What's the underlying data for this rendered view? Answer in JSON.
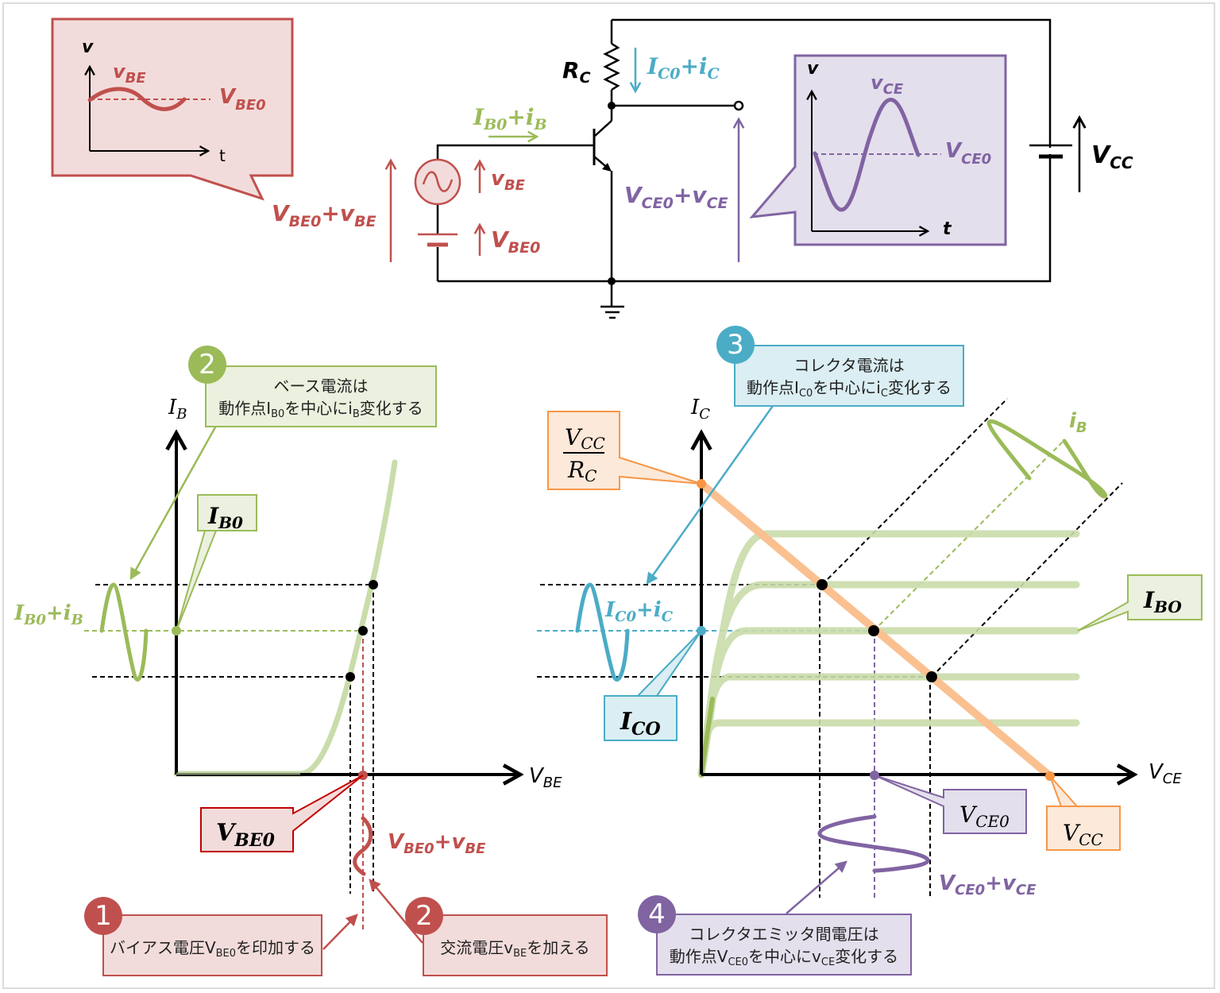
{
  "colors": {
    "red": "#c0504d",
    "red_fill": "#f2dcdb",
    "green": "#9bbb59",
    "green_light": "#c9dcaa",
    "green_fill": "#ebf1de",
    "blue": "#4bacc6",
    "blue_fill": "#daeef3",
    "purple": "#8064a2",
    "purple_fill": "#e4dfec",
    "orange": "#f79646",
    "orange_light": "#fac090",
    "orange_fill": "#fde9d9",
    "black": "#000000"
  },
  "circuit": {
    "resistor_label": "R",
    "resistor_sub": "C",
    "collector_current": {
      "main": "I",
      "sub1": "C0",
      "plus": "+",
      "ac": "i",
      "sub2": "C"
    },
    "base_current": {
      "main": "I",
      "sub1": "B0",
      "plus": "+",
      "ac": "i",
      "sub2": "B"
    },
    "ac_source_label": {
      "main": "v",
      "sub": "BE"
    },
    "bias_label": {
      "main": "V",
      "sub": "BE0"
    },
    "input_total": {
      "main": "V",
      "sub1": "BE0",
      "plus": "+",
      "ac": "v",
      "sub2": "BE"
    },
    "output_total": {
      "main": "V",
      "sub1": "CE0",
      "plus": "+",
      "ac": "v",
      "sub2": "CE"
    },
    "supply_label": {
      "main": "V",
      "sub": "CC"
    }
  },
  "input_waveform_box": {
    "y_axis": "v",
    "x_axis": "t",
    "wave_label": {
      "main": "v",
      "sub": "BE"
    },
    "dc_label": {
      "main": "V",
      "sub": "BE0"
    }
  },
  "output_waveform_box": {
    "y_axis": "v",
    "x_axis": "t",
    "wave_label": {
      "main": "v",
      "sub": "CE"
    },
    "dc_label": {
      "main": "V",
      "sub": "CE0"
    }
  },
  "input_chart": {
    "y_axis": {
      "main": "I",
      "sub": "B"
    },
    "x_axis": {
      "main": "V",
      "sub": "BE"
    },
    "op_point_box": {
      "main": "I",
      "sub": "B0"
    },
    "wave_label": {
      "main": "I",
      "sub1": "B0",
      "plus": "+",
      "ac": "i",
      "sub2": "B"
    },
    "bias_box": {
      "main": "V",
      "sub": "BE0"
    },
    "input_wave_label": {
      "main": "V",
      "sub1": "BE0",
      "plus": "+",
      "ac": "v",
      "sub2": "BE"
    }
  },
  "output_chart": {
    "y_axis": {
      "main": "I",
      "sub": "C"
    },
    "x_axis": {
      "main": "V",
      "sub": "CE"
    },
    "intercept_box": {
      "num_main": "V",
      "num_sub": "CC",
      "den_main": "R",
      "den_sub": "C"
    },
    "ic_wave_label": {
      "main": "I",
      "sub1": "C0",
      "plus": "+",
      "ac": "i",
      "sub2": "C"
    },
    "ic_box": {
      "main": "I",
      "sub": "CO"
    },
    "ib_box": {
      "main": "I",
      "sub": "BO"
    },
    "ib_wave_label": {
      "main": "i",
      "sub": "B"
    },
    "vce0_box": {
      "main": "V",
      "sub": "CE0"
    },
    "vcc_box": {
      "main": "V",
      "sub": "CC"
    },
    "vce_wave_label": {
      "main": "V",
      "sub1": "CE0",
      "plus": "+",
      "ac": "v",
      "sub2": "CE"
    }
  },
  "notes": [
    {
      "number": "1",
      "line1_pre": "バイアス電圧V",
      "line1_sub": "BE0",
      "line1_post": "を印加する"
    },
    {
      "number": "2",
      "line1_pre": "交流電圧v",
      "line1_sub": "BE",
      "line1_post": "を加える"
    },
    {
      "number": "2",
      "title": "ベース電流は",
      "line2_pre": "動作点I",
      "line2_sub": "B0",
      "line2_mid": "を中心にi",
      "line2_sub2": "B",
      "line2_post": "変化する"
    },
    {
      "number": "3",
      "title": "コレクタ電流は",
      "line2_pre": "動作点I",
      "line2_sub": "C0",
      "line2_mid": "を中心にi",
      "line2_sub2": "C",
      "line2_post": "変化する"
    },
    {
      "number": "4",
      "title": "コレクタエミッタ間電圧は",
      "line2_pre": "動作点V",
      "line2_sub": "CE0",
      "line2_mid": "を中心にv",
      "line2_sub2": "CE",
      "line2_post": "変化する"
    }
  ]
}
